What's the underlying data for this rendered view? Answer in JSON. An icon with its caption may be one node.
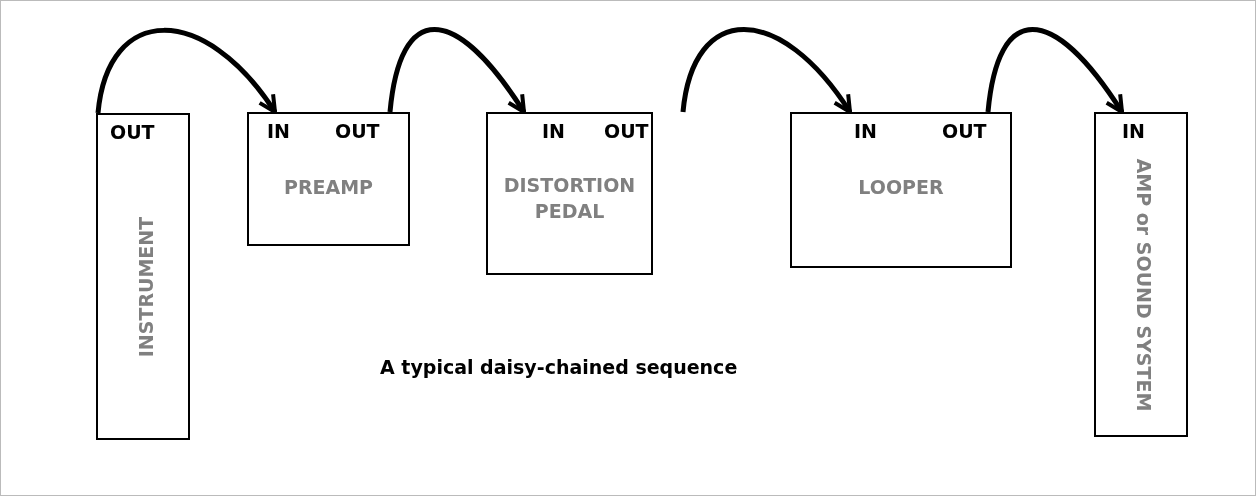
{
  "diagram": {
    "nodes": [
      {
        "text": [
          "OUT",
          "INSTRUMENT"
        ]
      },
      {
        "text": [
          "IN",
          "OUT",
          "PREAMP"
        ]
      },
      {
        "text": [
          "IN",
          "OUT",
          "DISTORTION PEDAL"
        ]
      },
      {
        "text": [
          "IN",
          "OUT",
          "LOOPER"
        ]
      },
      {
        "text": [
          "IN",
          "AMP or SOUND SYSTEM"
        ]
      }
    ],
    "edges": [
      {
        "from": 0,
        "to": 1,
        "arrow": "to"
      },
      {
        "from": 1,
        "to": 2,
        "arrow": "to"
      },
      {
        "from": 2,
        "to": 3,
        "arrow": "to"
      },
      {
        "from": 3,
        "to": 4,
        "arrow": "to"
      }
    ],
    "labels": [
      "A typical daisy-chained sequence"
    ]
  }
}
